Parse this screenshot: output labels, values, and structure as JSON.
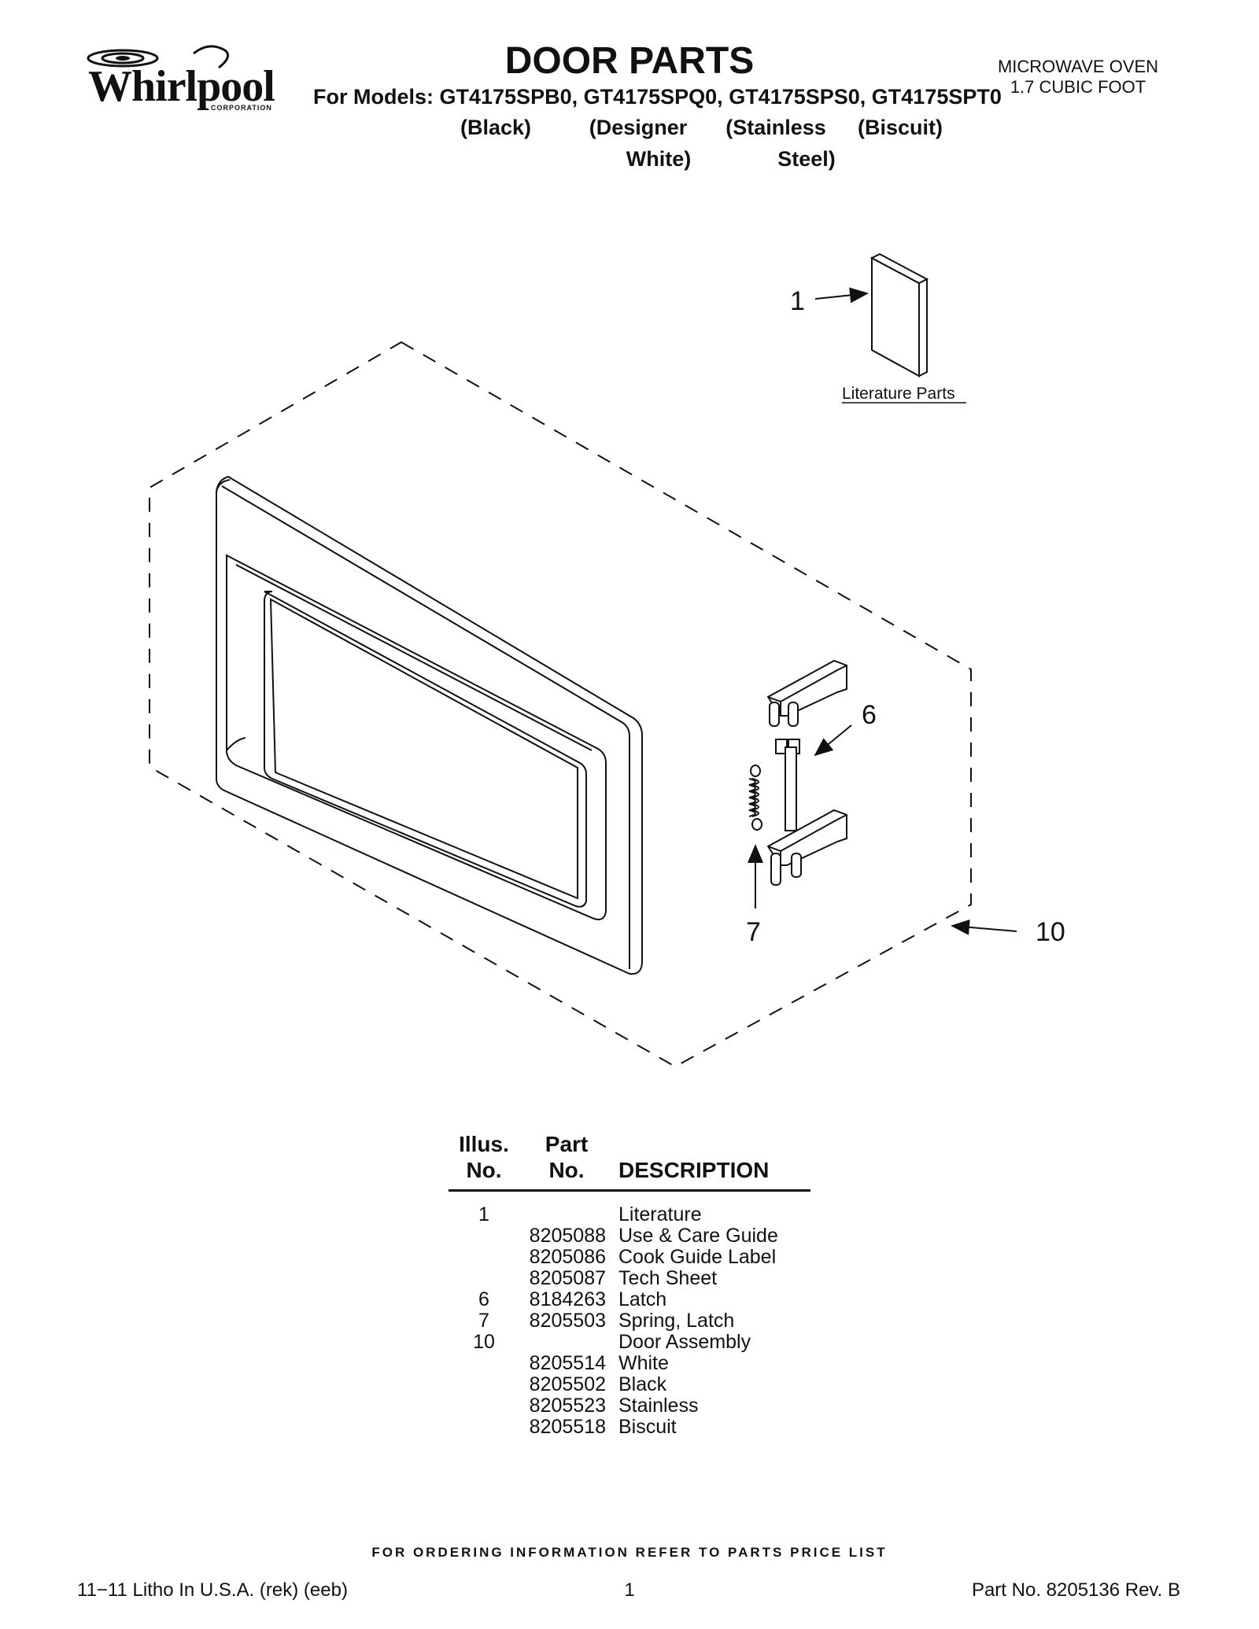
{
  "header": {
    "brand": "Whirlpool",
    "brand_sub": "CORPORATION",
    "title": "DOOR PARTS",
    "models_line": "For Models: GT4175SPB0, GT4175SPQ0, GT4175SPS0, GT4175SPT0",
    "variants": [
      {
        "line1": "(Black)",
        "line2": ""
      },
      {
        "line1": "(Designer",
        "line2": "White)"
      },
      {
        "line1": "(Stainless",
        "line2": "Steel)"
      },
      {
        "line1": "(Biscuit)",
        "line2": ""
      }
    ],
    "product_line1": "MICROWAVE OVEN",
    "product_line2": "1.7 CUBIC FOOT"
  },
  "diagram": {
    "callouts": {
      "c1": "1",
      "c6": "6",
      "c7": "7",
      "c10": "10"
    },
    "literature_label": "Literature Parts"
  },
  "parts_table": {
    "headers": {
      "illus_1": "Illus.",
      "illus_2": "No.",
      "part_1": "Part",
      "part_2": "No.",
      "description": "DESCRIPTION"
    },
    "rows": [
      {
        "illus": "1",
        "part": "",
        "desc": "Literature"
      },
      {
        "illus": "",
        "part": "8205088",
        "desc": "Use & Care Guide"
      },
      {
        "illus": "",
        "part": "8205086",
        "desc": "Cook Guide Label"
      },
      {
        "illus": "",
        "part": "8205087",
        "desc": "Tech Sheet"
      },
      {
        "illus": "6",
        "part": "8184263",
        "desc": "Latch"
      },
      {
        "illus": "7",
        "part": "8205503",
        "desc": "Spring, Latch"
      },
      {
        "illus": "10",
        "part": "",
        "desc": "Door Assembly"
      },
      {
        "illus": "",
        "part": "8205514",
        "desc": "White"
      },
      {
        "illus": "",
        "part": "8205502",
        "desc": "Black"
      },
      {
        "illus": "",
        "part": "8205523",
        "desc": "Stainless"
      },
      {
        "illus": "",
        "part": "8205518",
        "desc": "Biscuit"
      }
    ]
  },
  "footer": {
    "ordering": "FOR ORDERING INFORMATION REFER TO PARTS PRICE LIST",
    "left": "11−11 Litho In U.S.A. (rek) (eeb)",
    "page": "1",
    "right": "Part No. 8205136 Rev. B"
  }
}
